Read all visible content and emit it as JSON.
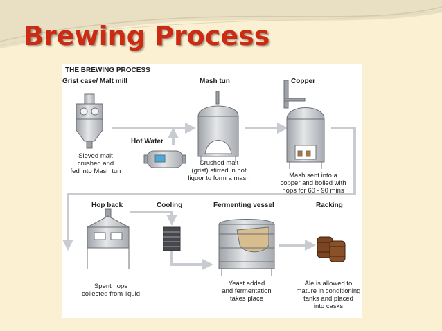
{
  "slide": {
    "title": "Brewing Process"
  },
  "diagram": {
    "heading": "THE BREWING PROCESS",
    "stages": [
      {
        "label": "Grist case/ Malt mill",
        "caption": "Sieved malt\ncrushed and\nfed into Mash tun"
      },
      {
        "label": "Hot Water",
        "caption": ""
      },
      {
        "label": "Mash tun",
        "caption": "Crushed malt\n(grist) stirred in hot\nliquor to form a mash"
      },
      {
        "label": "Copper",
        "caption": "Mash sent into a\ncopper and boiled with\nhops for 60 - 90 mins"
      },
      {
        "label": "Hop back",
        "caption": "Spent hops\ncollected from liquid"
      },
      {
        "label": "Cooling",
        "caption": ""
      },
      {
        "label": "Fermenting vessel",
        "caption": "Yeast added\nand fermentation\ntakes place"
      },
      {
        "label": "Racking",
        "caption": "Ale is allowed to\nmature in conditioning\ntanks and placed\ninto casks"
      }
    ]
  },
  "colors": {
    "title": "#cc2a12",
    "background": "#fbf1d2",
    "equipment": "#b9bcc0",
    "arrow": "#c8cbd0",
    "barrel": "#7a4520",
    "wort": "#d8bd8f"
  }
}
